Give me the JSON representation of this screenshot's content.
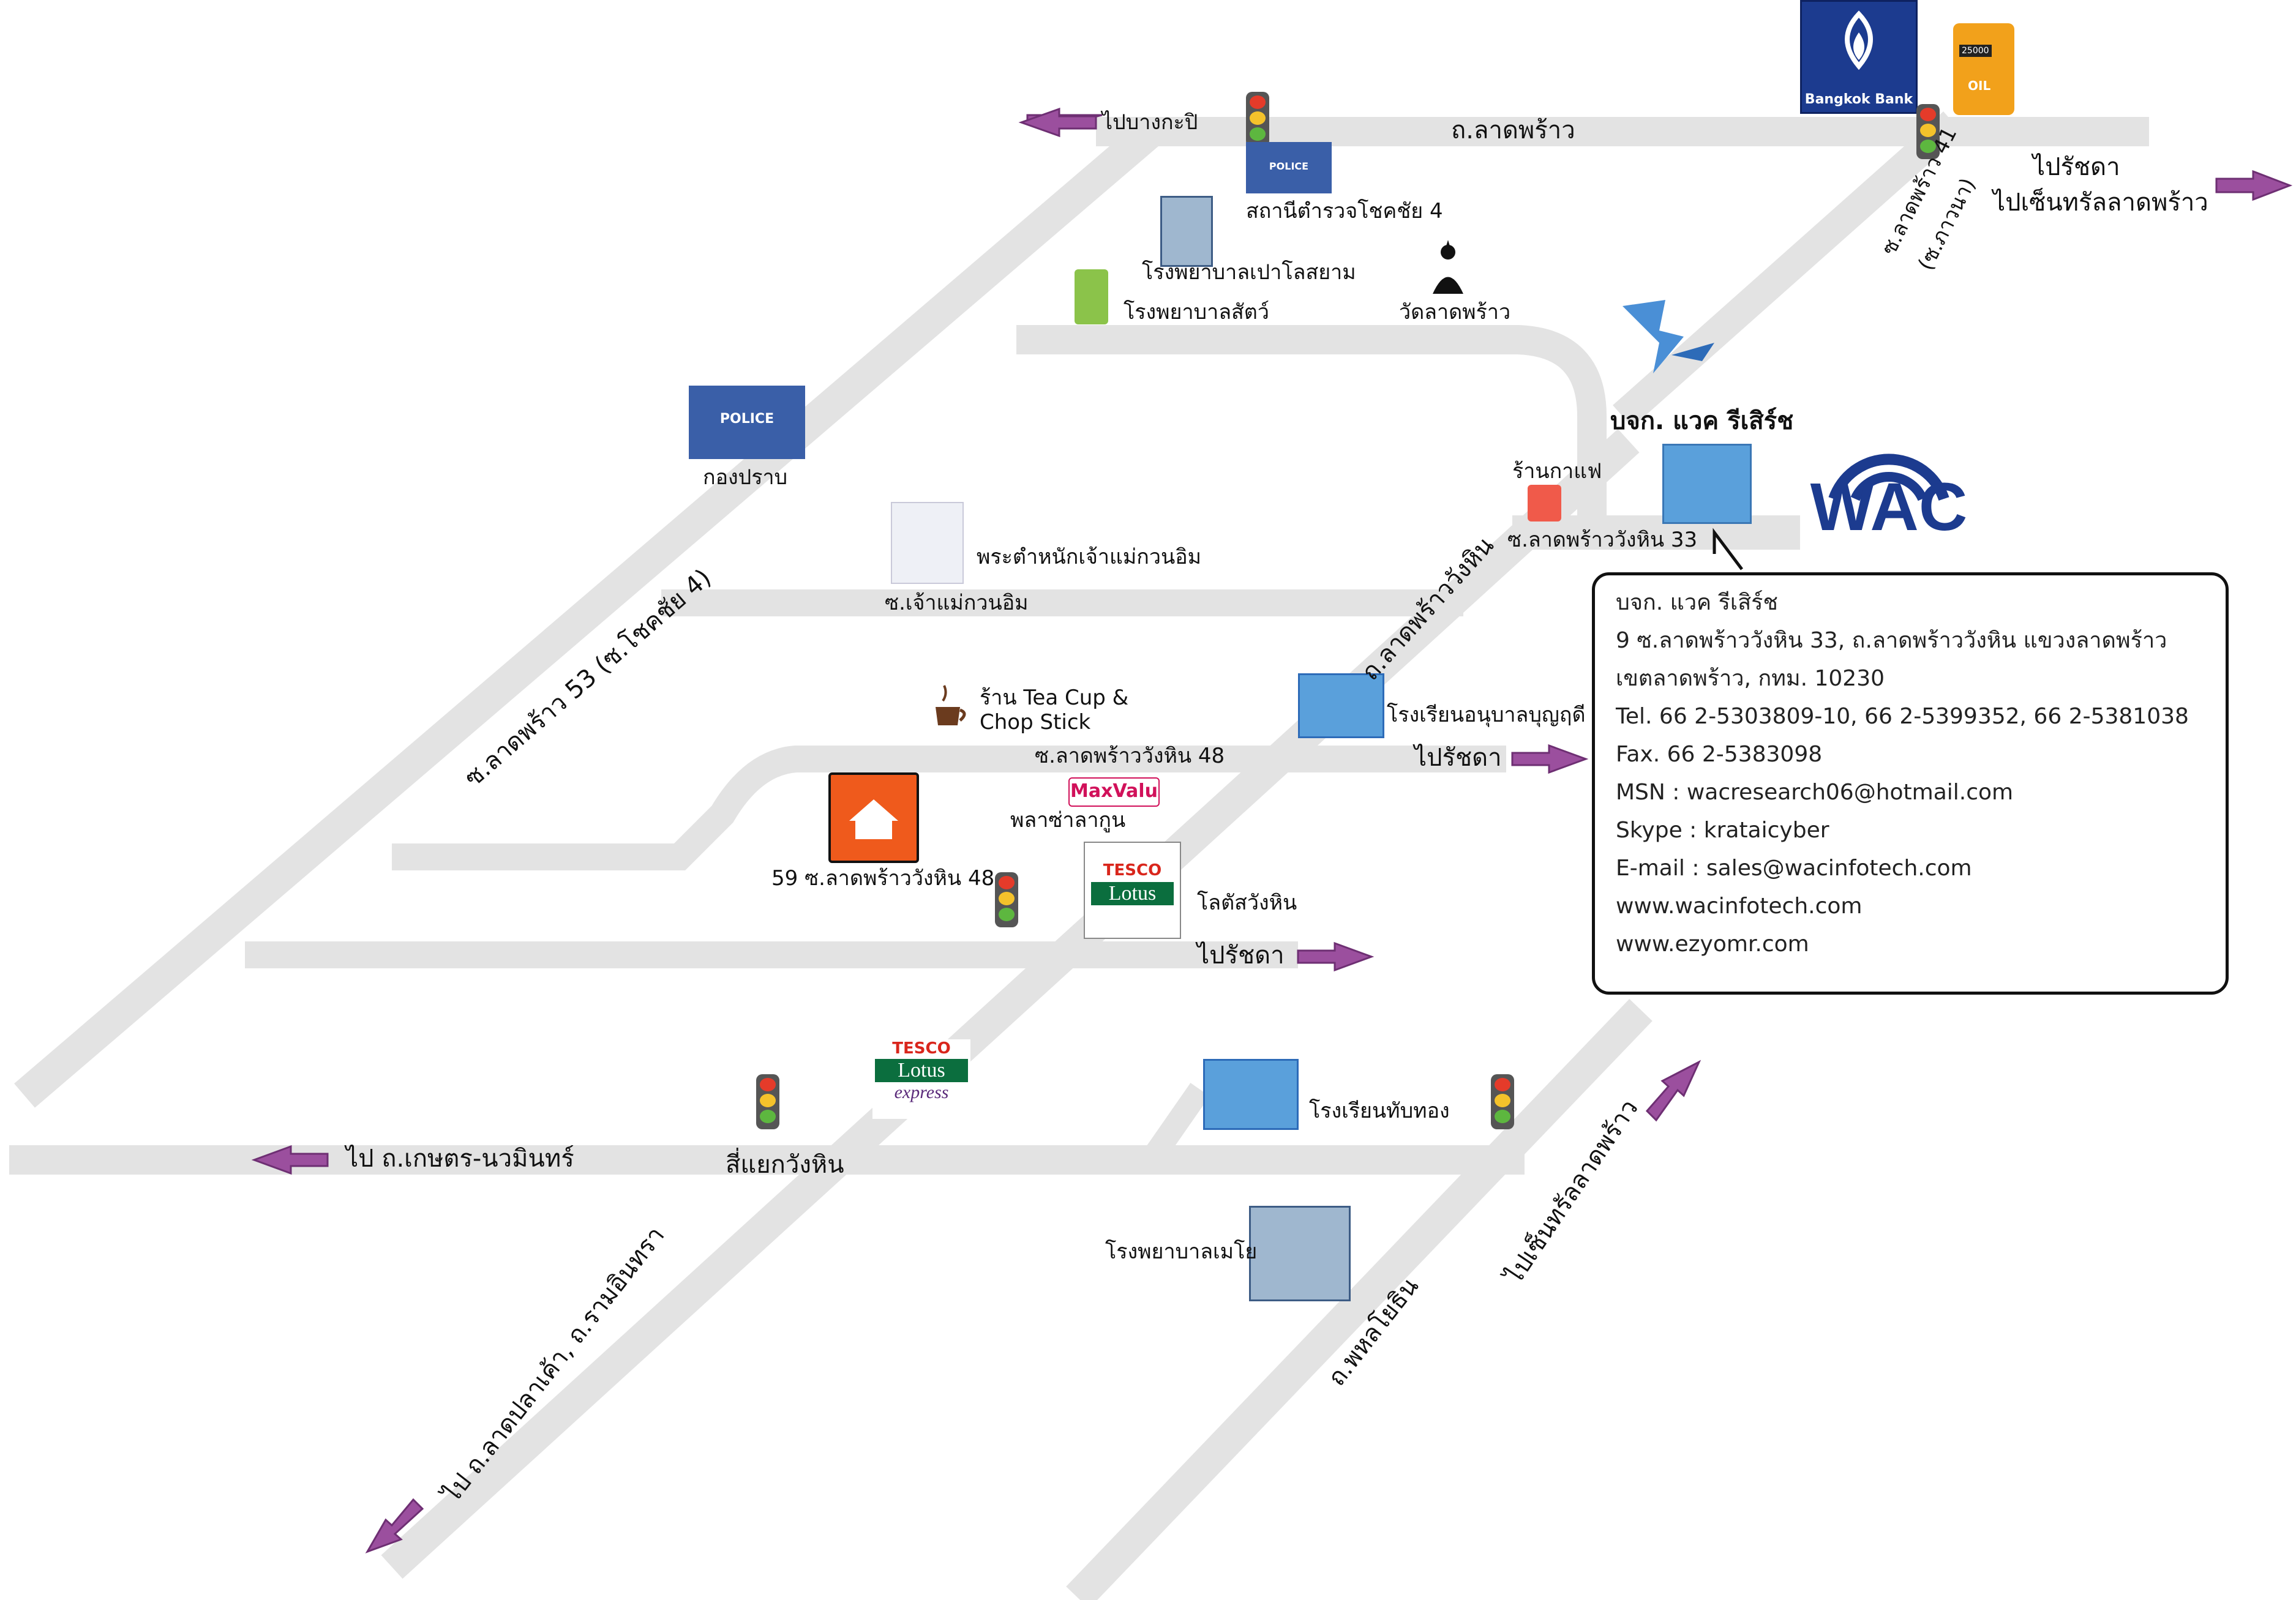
{
  "roads": {
    "lat_phrao_top": "ถ.ลาดพร้าว",
    "to_bang_kapi": "ไปบางกะปิ",
    "to_ratchada_top": "ไปรัชดา",
    "to_central_top": "ไปเซ็นทรัลลาดพร้าว",
    "soi_41": "ซ.ลาดพร้าว 41",
    "soi_41_sub": "(ซ.ภาวนา)",
    "soi_53": "ซ.ลาดพร้าว 53 (ซ.โชคชัย 4)",
    "wanghin_road": "ถ.ลาดพร้าววังหิน",
    "soi_chaomae": "ซ.เจ้าแม่กวนอิม",
    "soi_48": "ซ.ลาดพร้าววังหิน 48",
    "soi_33": "ซ.ลาดพร้าววังหิน 33",
    "to_ratchada_mid": "ไปรัชดา",
    "to_ratchada_low": "ไปรัชดา",
    "to_kaset": "ไป ถ.เกษตร-นวมินทร์",
    "intersection": "สี่แยกวังหิน",
    "to_ladplakhao": "ไป ถ.ลาดปลาเค้า, ถ.รามอินทรา",
    "phahon": "ถ.พหลโยธิน",
    "to_central_bottom": "ไปเซ็นทรัลลาดพร้าว"
  },
  "places": {
    "bank_logo": "Bangkok Bank",
    "police_station": "สถานีตำรวจโชคชัย 4",
    "police_sign": "POLICE",
    "police_sign_2": "POLICE",
    "hospital_paolo": "โรงพยาบาลเปาโลสยาม",
    "vet": "โรงพยาบาลสัตว์",
    "temple": "วัดลาดพร้าว",
    "police_hq": "กองปราบ",
    "shrine": "พระตำหนักเจ้าแม่กวนอิม",
    "company": "บจก. แวค รีเสิร์ช",
    "cafe": "ร้านกาแฟ",
    "tea_cup_1": "ร้าน Tea Cup &",
    "tea_cup_2": "Chop Stick",
    "kindergarten": "โรงเรียนอนุบาลบุญฤดี",
    "maxvalu_logo": "MaxValu",
    "plaza": "พลาซ่าลากูน",
    "home": "59 ซ.ลาดพร้าววังหิน 48",
    "tesco_1": "TESCO",
    "tesco_lotus": "Lotus",
    "lotus_wanghin": "โลตัสวังหิน",
    "tesco_2": "TESCO",
    "tesco_lotus_2": "Lotus",
    "express": "express",
    "school_thabthong": "โรงเรียนทับทอง",
    "hospital_mayo": "โรงพยาบาลเมโย",
    "wac_logo": "WAC",
    "oil_text": "OIL",
    "oil_num": "25000"
  },
  "info": {
    "name": "บจก. แวค รีเสิร์ช",
    "address1": "9 ซ.ลาดพร้าววังหิน 33, ถ.ลาดพร้าววังหิน แขวงลาดพร้าว",
    "address2": "เขตลาดพร้าว, กทม. 10230",
    "tel": "Tel. 66 2-5303809-10, 66 2-5399352, 66 2-5381038",
    "fax": "Fax. 66 2-5383098",
    "msn": "MSN : wacresearch06@hotmail.com",
    "skype": "Skype : krataicyber",
    "email": "E-mail : sales@wacinfotech.com",
    "web1": "www.wacinfotech.com",
    "web2": "www.ezyomr.com"
  },
  "colors": {
    "road": "#e3e3e3",
    "arrow": "#9b4f9e",
    "police": "#3a5fa8",
    "wac": "#1c3b8f",
    "bank": "#1c3b8f"
  }
}
